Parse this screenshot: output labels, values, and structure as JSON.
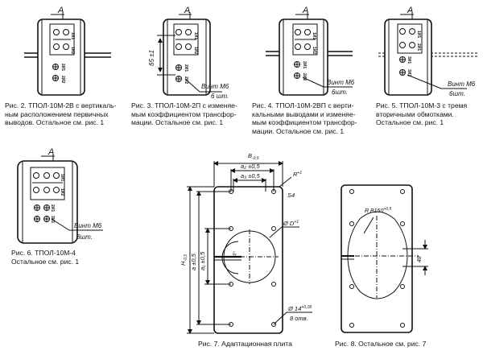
{
  "captions": {
    "fig2": "Рис. 2. ТПОЛ-10М-2В с вертикаль-\nным расположением первичных\nвыводов. Остальное см. рис. 1",
    "fig3": "Рис. 3. ТПОЛ-10М-2П с изменяе-\nмым коэффициентом трансфор-\nмации. Остальное см. рис. 1",
    "fig4": "Рис. 4. ТПОЛ-10М-2ВП с верти-\nкальными выводами и изменяе-\nмым коэффициентом трансфор-\nмации. Остальное см. рис. 1",
    "fig5": "Рис. 5. ТПОЛ-10М-3 с тремя\nвторичными обмотками.\nОстальное см. рис. 1",
    "fig6": "Рис. 6. ТПОЛ-10М-4\nОстальное см. рис. 1",
    "fig7": "Рис. 7. Адаптационная плита",
    "fig8": "Рис. 8. Остальное см. рис. 7"
  },
  "view_label": "A",
  "terminals": {
    "w1": "1И1",
    "w2": "1И2",
    "s1": "2И1",
    "s2": "2И2",
    "t1": "3И1",
    "t2": "3И2"
  },
  "callouts": {
    "screw": "Винт М6",
    "qty6": "6 шт.",
    "qty6b": "6шт.",
    "qty8": "8шт.",
    "dim65": "65 ±1"
  },
  "plate7": {
    "B": "В",
    "B_tol": "-0,5",
    "a2": "а₂ ±0,5",
    "a3": "а₃ ±0,5",
    "R": "R",
    "R_tol": "+1",
    "S": "S4",
    "D": "Ø D",
    "D_tol": "+1",
    "H": "H",
    "H_tol": "-0,5",
    "a": "а ±0,5",
    "a1": "а₁ ±0,5",
    "deg": "5°",
    "hole": "Ø 14",
    "hole_tol": "+0,18",
    "holes_qty": "8 отв."
  },
  "plate8": {
    "R": "R В150",
    "R_tol": "+0,5",
    "dim": "48"
  }
}
